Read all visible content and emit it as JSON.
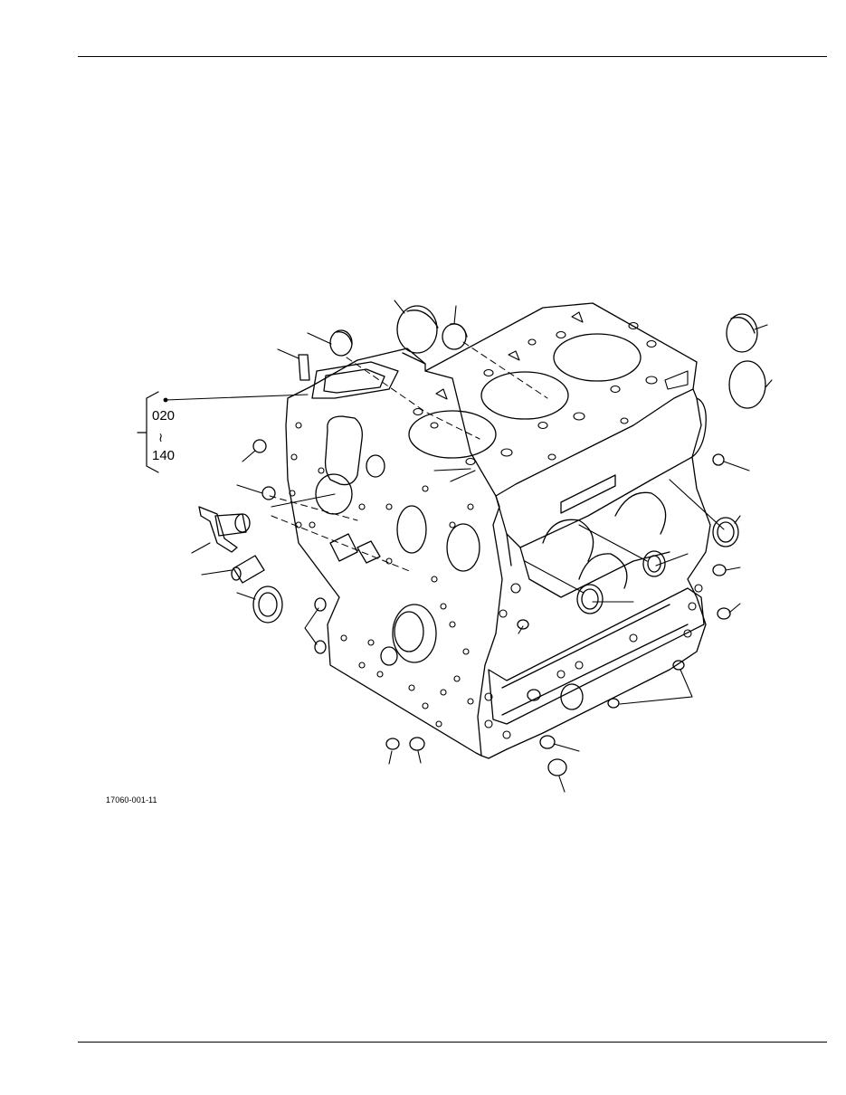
{
  "figure": {
    "part_range": {
      "from": "020",
      "separator": "≀",
      "to": "140"
    },
    "caption": "17060-001-11"
  }
}
